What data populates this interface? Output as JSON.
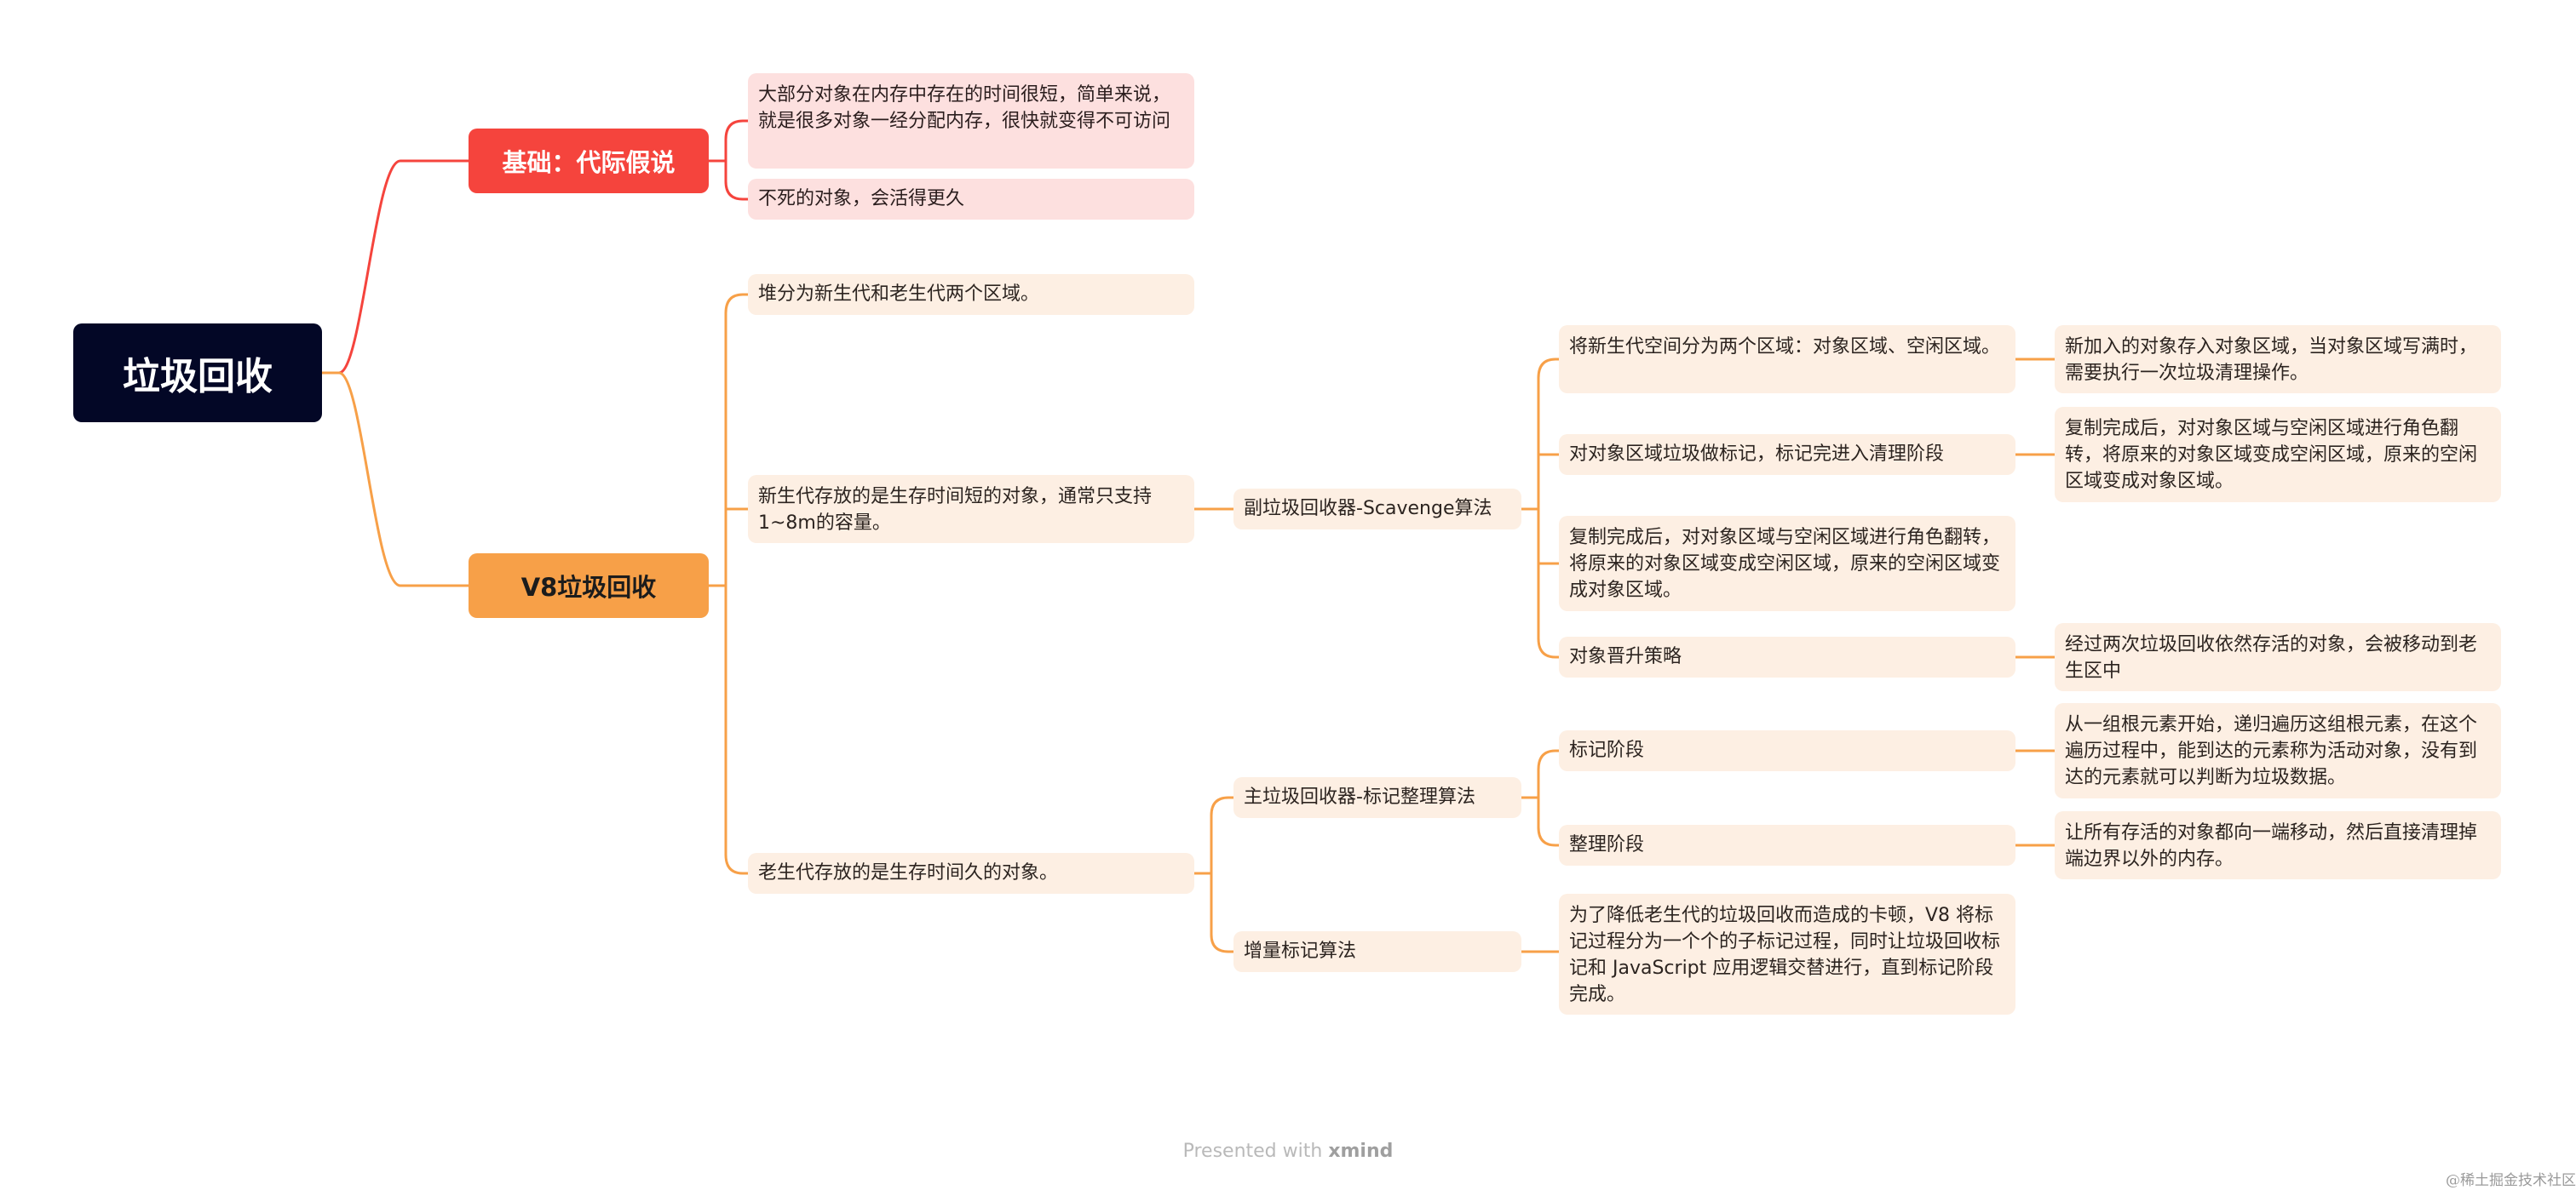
{
  "mindmap": {
    "root": "垃圾回收",
    "branches": {
      "basics": {
        "title": "基础：代际假说",
        "items": [
          "大部分对象在内存中存在的时间很短，简单来说，就是很多对象一经分配内存，很快就变得不可访问",
          "不死的对象，会活得更久"
        ]
      },
      "v8": {
        "title": "V8垃圾回收",
        "heap": "堆分为新生代和老生代两个区域。",
        "young": {
          "text": "新生代存放的是生存时间短的对象，通常只支持 1~8m的容量。",
          "collector": "副垃圾回收器-Scavenge算法",
          "steps": [
            {
              "text": "将新生代空间分为两个区域：对象区域、空闲区域。",
              "detail": "新加入的对象存入对象区域，当对象区域写满时，需要执行一次垃圾清理操作。"
            },
            {
              "text": "对对象区域垃圾做标记，标记完进入清理阶段",
              "detail": "复制完成后，对对象区域与空闲区域进行角色翻转，将原来的对象区域变成空闲区域，原来的空闲区域变成对象区域。"
            },
            {
              "text": "复制完成后，对对象区域与空闲区域进行角色翻转，将原来的对象区域变成空闲区域，原来的空闲区域变成对象区域。"
            },
            {
              "text": "对象晋升策略",
              "detail": "经过两次垃圾回收依然存活的对象，会被移动到老生区中"
            }
          ]
        },
        "old": {
          "text": "老生代存放的是生存时间久的对象。",
          "major": {
            "title": "主垃圾回收器-标记整理算法",
            "steps": [
              {
                "text": "标记阶段",
                "detail": "从一组根元素开始，递归遍历这组根元素，在这个遍历过程中，能到达的元素称为活动对象，没有到达的元素就可以判断为垃圾数据。"
              },
              {
                "text": "整理阶段",
                "detail": "让所有存活的对象都向一端移动，然后直接清理掉端边界以外的内存。"
              }
            ]
          },
          "incremental": {
            "title": "增量标记算法",
            "detail": "为了降低老生代的垃圾回收而造成的卡顿，V8 将标记过程分为一个个的子标记过程，同时让垃圾回收标记和 JavaScript 应用逻辑交替进行，直到标记阶段完成。"
          }
        }
      }
    }
  },
  "footer": {
    "prefix": "Presented with",
    "brand": "xmind"
  },
  "watermark": "@稀土掘金技术社区",
  "colors": {
    "root": "#030726",
    "basics": "#f5443d",
    "v8": "#f7a048",
    "basics_leaf": "#fde0df",
    "v8_leaf": "#fdefe3"
  }
}
